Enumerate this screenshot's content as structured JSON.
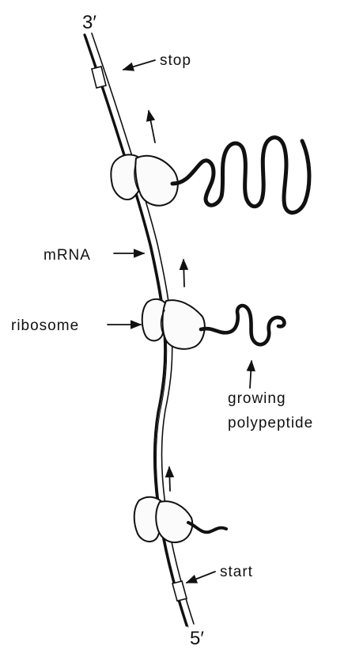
{
  "labels": {
    "end_3": "3′",
    "end_5": "5′",
    "stop": "stop",
    "start": "start",
    "mrna": "mRNA",
    "ribosome": "ribosome",
    "growing_line1": "growing",
    "growing_line2": "polypeptide"
  },
  "colors": {
    "ink": "#111111",
    "background": "#ffffff"
  }
}
